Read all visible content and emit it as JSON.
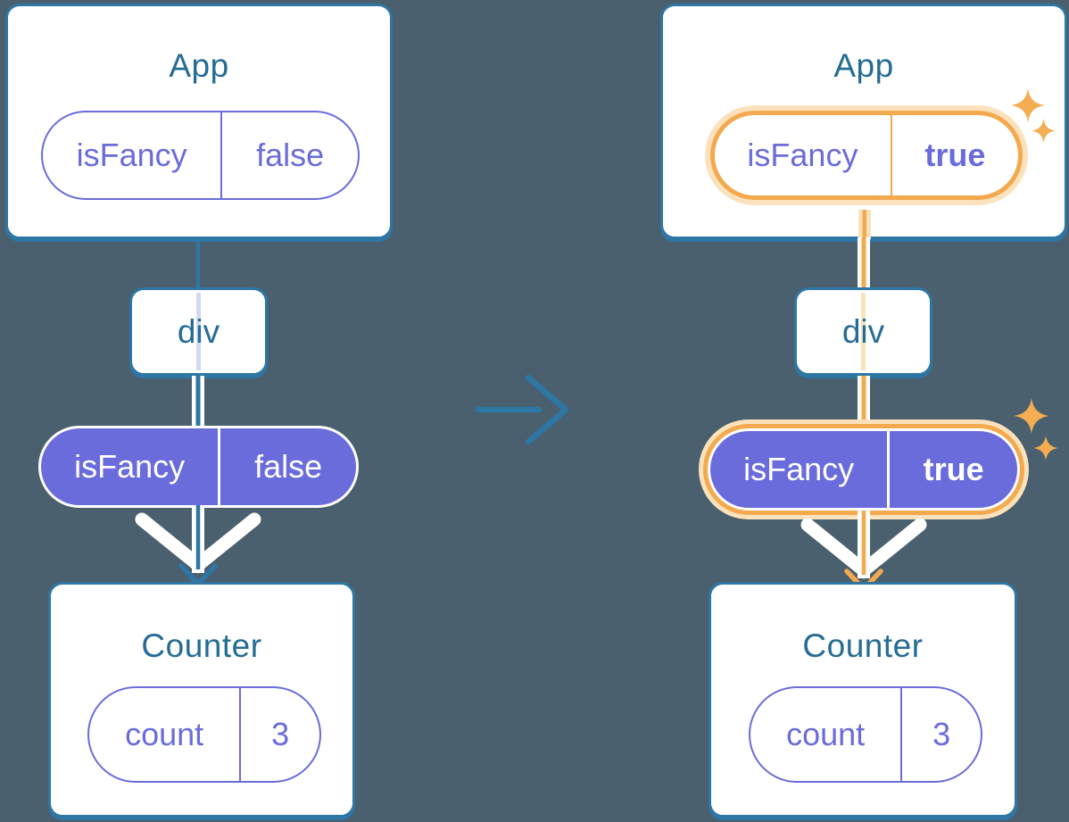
{
  "canvas": {
    "background": "#4A606E"
  },
  "colors": {
    "card_border": "#2E76A4",
    "title_text": "#256C94",
    "purple": "#6A6CDB",
    "white": "#FFFFFF",
    "highlight_orange": "#F3A94E",
    "highlight_orange_pale": "#FBE2BC",
    "sparkle_orange": "#F4AD52",
    "through_line_lavender": "#D2DAF0",
    "through_line_cream": "#FAE2BB"
  },
  "transition": {
    "icon": "arrow-right"
  },
  "before": {
    "app_title": "App",
    "app_prop": {
      "name": "isFancy",
      "value": "false"
    },
    "div_label": "div",
    "passed_prop": {
      "name": "isFancy",
      "value": "false"
    },
    "counter_title": "Counter",
    "counter_state": {
      "name": "count",
      "value": "3"
    }
  },
  "after": {
    "app_title": "App",
    "app_prop": {
      "name": "isFancy",
      "value": "true"
    },
    "div_label": "div",
    "passed_prop": {
      "name": "isFancy",
      "value": "true"
    },
    "counter_title": "Counter",
    "counter_state": {
      "name": "count",
      "value": "3"
    }
  }
}
